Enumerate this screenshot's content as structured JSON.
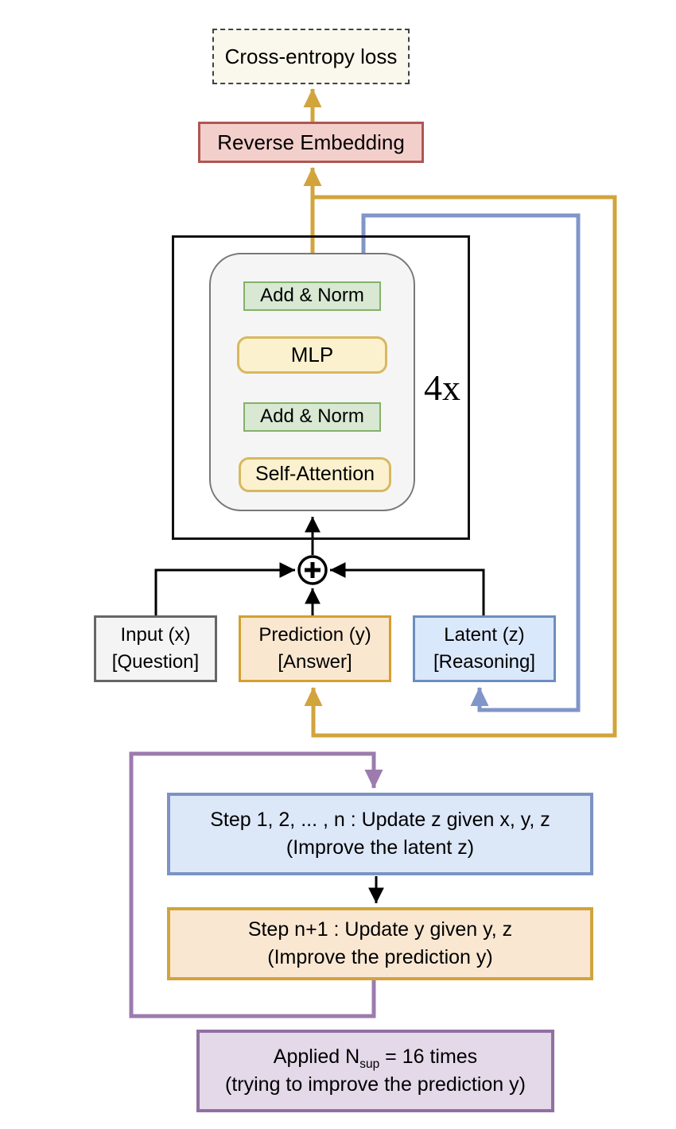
{
  "diagram": {
    "loss": {
      "label": "Cross-entropy loss"
    },
    "reverse_embedding": {
      "label": "Reverse Embedding"
    },
    "transformer": {
      "repeat": "4x",
      "add_norm_top": "Add & Norm",
      "mlp": "MLP",
      "add_norm_bottom": "Add & Norm",
      "self_attention": "Self-Attention"
    },
    "combine": {
      "symbol": "+"
    },
    "io": {
      "input": {
        "line1": "Input (x)",
        "line2": "[Question]"
      },
      "prediction": {
        "line1": "Prediction (y)",
        "line2": "[Answer]"
      },
      "latent": {
        "line1": "Latent (z)",
        "line2": "[Reasoning]"
      }
    },
    "loop": {
      "step_z": {
        "line1": "Step 1, 2, ... , n : Update z given x, y, z",
        "line2": "(Improve the latent z)"
      },
      "step_y": {
        "line1": "Step n+1 : Update y given y, z",
        "line2": "(Improve the prediction y)"
      },
      "note": {
        "prefix": "Applied N",
        "sub": "sup",
        "suffix": " = 16 times",
        "line2": "(trying to improve the prediction y)"
      }
    },
    "palette": {
      "gold_arrow": "#D2A43C",
      "blue_arrow": "#8096C8",
      "purple_arrow": "#9C7BAE",
      "black_arrow": "#000000",
      "green_fill": "#D8E8D3",
      "green_border": "#84B168",
      "yellow_fill": "#FBF1CE",
      "yellow_border": "#D8B860",
      "blue_fill": "#DAE8FC",
      "blue_border": "#6C8EBF",
      "orange_fill": "#FAE7D0",
      "orange_border": "#D3A02F",
      "red_fill": "#F3CFCC",
      "red_border": "#AE5752",
      "purple_fill": "#E3D9E9",
      "purple_border": "#9070A2",
      "gray_fill": "#F4F4F4",
      "gray_border": "#666666",
      "cream_fill": "#FAF8EC"
    }
  }
}
